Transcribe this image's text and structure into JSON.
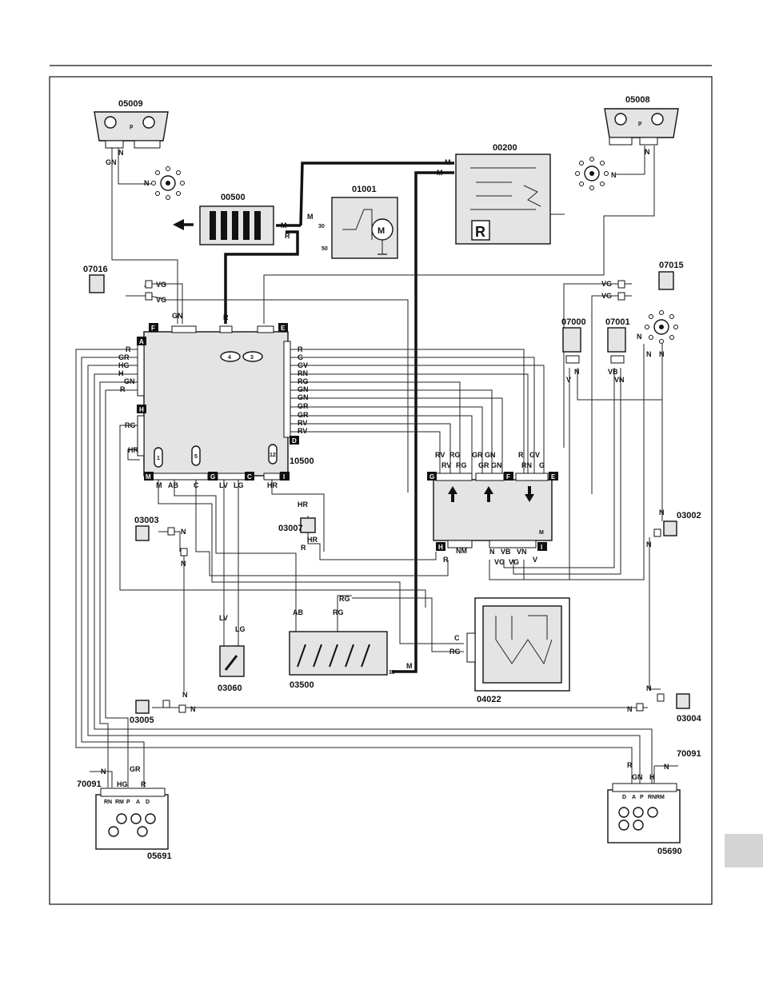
{
  "components": {
    "c05009": "05009",
    "c05008": "05008",
    "c00500": "00500",
    "c01001": "01001",
    "c00200": "00200",
    "c07016": "07016",
    "c07015": "07015",
    "c07000": "07000",
    "c07001": "07001",
    "c10500": "10500",
    "c03003": "03003",
    "c03007": "03007",
    "c03002": "03002",
    "c03060": "03060",
    "c03500": "03500",
    "c04022": "04022",
    "c03005": "03005",
    "c03004": "03004",
    "c70091_left": "70091",
    "c70091_right": "70091",
    "c05691": "05691",
    "c05690": "05690"
  },
  "glyphs": {
    "p": "p",
    "M": "M",
    "R": "R",
    "t30": "30",
    "t50": "50"
  },
  "connector_tabs": {
    "F": "F",
    "E": "E",
    "A": "A",
    "H": "H",
    "D": "D",
    "M": "M",
    "G": "G",
    "C": "C",
    "I": "I"
  },
  "ecu_pins": {
    "p1": "1",
    "p3": "3",
    "p4": "4",
    "p5": "5",
    "p12": "12"
  },
  "lamp_pins_left": [
    "RN",
    "RM",
    "P",
    "A",
    "D"
  ],
  "lamp_pins_right": [
    "D",
    "A",
    "P",
    "RN",
    "RM"
  ],
  "wires": {
    "N": "N",
    "GN": "GN",
    "M": "M",
    "R": "R",
    "VG": "VG",
    "G": "G",
    "GV": "GV",
    "RN": "RN",
    "RG": "RG",
    "GR": "GR",
    "RV": "RV",
    "HG": "HG",
    "H": "H",
    "HR": "HR",
    "AB": "AB",
    "C": "C",
    "LV": "LV",
    "LG": "LG",
    "V": "V",
    "VB": "VB",
    "VN": "VN",
    "NM": "NM"
  }
}
